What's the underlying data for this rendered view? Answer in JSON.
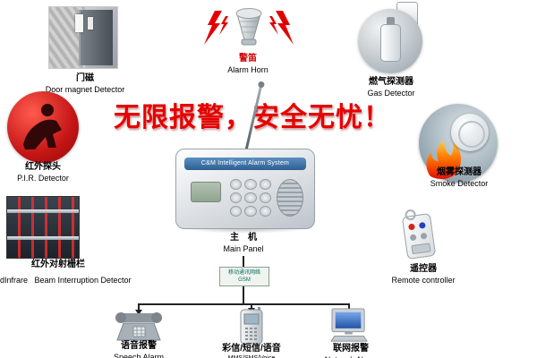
{
  "title": "无限报警，安全无忧！",
  "accent_red": "#e60000",
  "link_box": {
    "line1": "移动通讯网络",
    "line2": "GSM"
  },
  "devices": {
    "door": {
      "zh": "门磁",
      "en": "Door magnet Detector"
    },
    "horn": {
      "zh": "警笛",
      "en": "Alarm Horn"
    },
    "gas": {
      "zh": "燃气探测器",
      "en": "Gas Detector"
    },
    "pir": {
      "zh": "红外探头",
      "en": "P.I.R. Detector"
    },
    "smoke": {
      "zh": "烟雾探测器",
      "en": "Smoke Detector"
    },
    "beam": {
      "zh": "红外对射栅栏",
      "en": "Beam Interruption Detector",
      "edge": "dInfrare"
    },
    "main_panel": {
      "zh": "主　机",
      "en": "Main Panel",
      "device_text": "C&M Intelligent Alarm System"
    },
    "remote": {
      "zh": "遥控器",
      "en": "Remote controller"
    },
    "speech": {
      "zh": "语音报警",
      "en": "Speech Alarm"
    },
    "mms": {
      "zh": "彩信/短信/语音",
      "en": "MMS/SMS/Voice"
    },
    "network": {
      "zh": "联网报警",
      "en": "Network Alarm"
    }
  }
}
